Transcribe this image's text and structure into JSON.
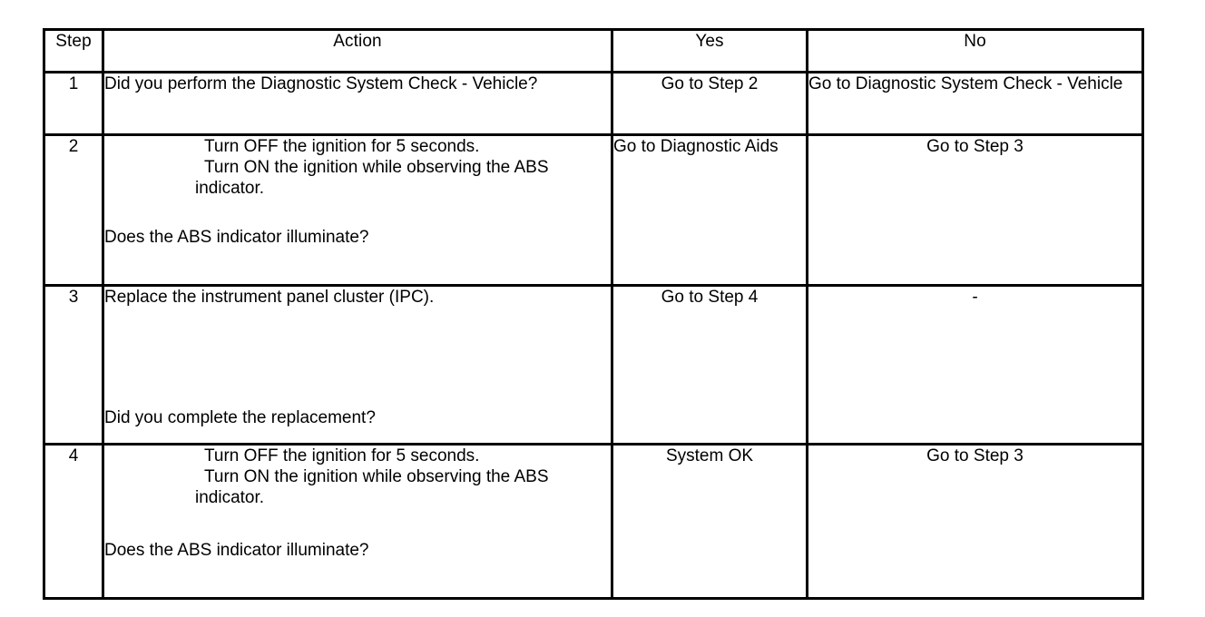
{
  "table": {
    "headers": {
      "step": "Step",
      "action": "Action",
      "yes": "Yes",
      "no": "No"
    },
    "rows": [
      {
        "step": "1",
        "action_lines": [
          "Did you perform the Diagnostic System Check - Vehicle?"
        ],
        "action_question": "",
        "yes": "Go to Step 2",
        "no": "Go to Diagnostic System Check - Vehicle"
      },
      {
        "step": "2",
        "action_lines": [
          "Turn OFF the ignition for 5 seconds.",
          "Turn ON the ignition while observing the ABS indicator."
        ],
        "action_question": "Does the ABS indicator illuminate?",
        "yes": "Go to Diagnostic Aids",
        "no": "Go to Step 3"
      },
      {
        "step": "3",
        "action_lines": [
          "Replace the instrument panel cluster (IPC)."
        ],
        "action_question": "Did you complete the replacement?",
        "yes": "Go to Step 4",
        "no": "-"
      },
      {
        "step": "4",
        "action_lines": [
          "Turn OFF the ignition for 5 seconds.",
          "Turn ON the ignition while observing the ABS indicator."
        ],
        "action_question": "Does the ABS indicator illuminate?",
        "yes": "System OK",
        "no": "Go to Step 3"
      }
    ]
  },
  "style": {
    "border_color": "#000000",
    "cell_background": "#ffffff",
    "text_color": "#000000"
  }
}
